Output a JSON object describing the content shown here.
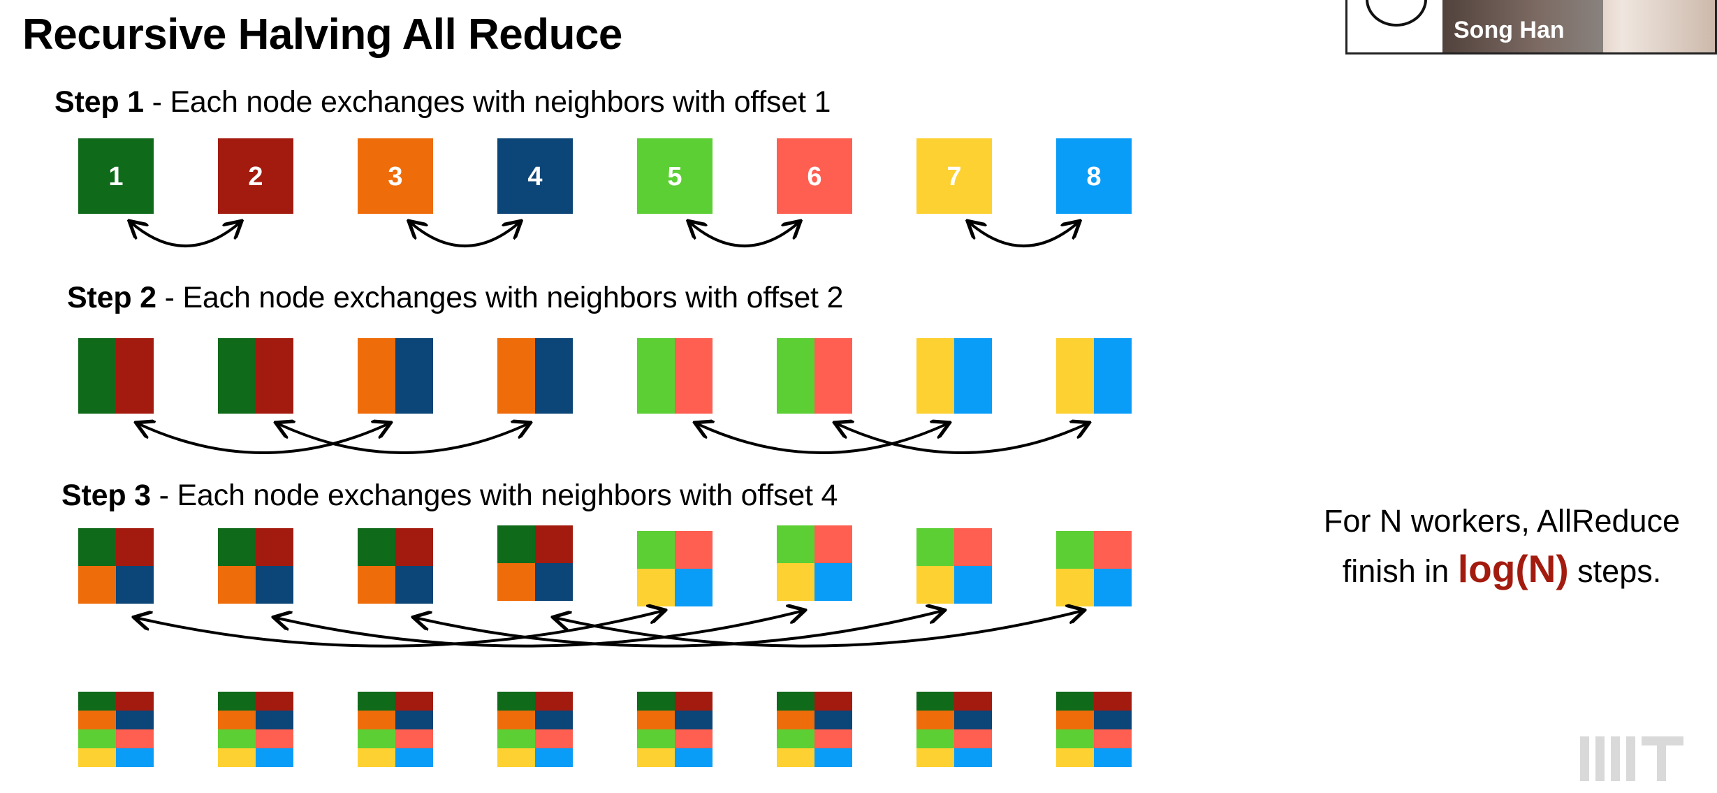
{
  "title": "Recursive Halving All Reduce",
  "steps": [
    {
      "label": "Step 1",
      "desc": " - Each node exchanges with neighbors with offset 1"
    },
    {
      "label": "Step 2",
      "desc": " - Each node exchanges with neighbors with offset 2"
    },
    {
      "label": "Step 3",
      "desc": " - Each node exchanges with neighbors with offset 4"
    }
  ],
  "nodes": [
    "1",
    "2",
    "3",
    "4",
    "5",
    "6",
    "7",
    "8"
  ],
  "colors": [
    "#0f6a1a",
    "#a31b0f",
    "#ee6c0a",
    "#0c4577",
    "#5ccf35",
    "#fe5f50",
    "#fdd131",
    "#0a9df8"
  ],
  "side_note": {
    "line1": "For N workers, AllReduce",
    "line2_pre": "finish in ",
    "line2_highlight": "log(N)",
    "line2_post": " steps."
  },
  "video": {
    "speaker": "Song Han"
  },
  "logo": "MIT"
}
